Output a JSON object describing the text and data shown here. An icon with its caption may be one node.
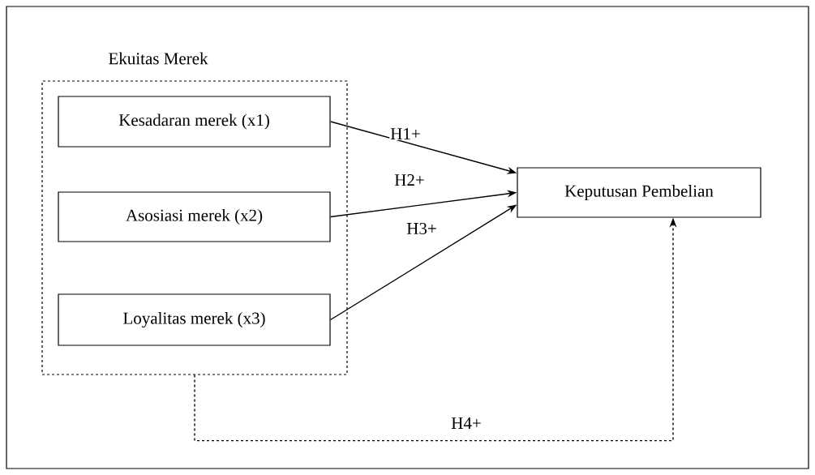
{
  "diagram": {
    "nodes": [
      {
        "text": [
          "Ekuitas Merek"
        ]
      },
      {
        "text": [
          "Kesadaran merek (x1)"
        ],
        "in": 0
      },
      {
        "text": [
          "Asosiasi merek (x2)"
        ],
        "in": 0
      },
      {
        "text": [
          "Loyalitas merek (x3)"
        ],
        "in": 0
      },
      {
        "text": [
          "Keputusan Pembelian"
        ]
      }
    ],
    "edges": [
      {
        "from": 1,
        "to": 4,
        "arrow": "to",
        "label": "H1+"
      },
      {
        "from": 2,
        "to": 4,
        "arrow": "to",
        "label": "H2+"
      },
      {
        "from": 3,
        "to": 4,
        "arrow": "to",
        "label": "H3+"
      },
      {
        "from": 0,
        "to": 4,
        "arrow": "to",
        "label": "H4+",
        "style": "dashed"
      }
    ]
  }
}
